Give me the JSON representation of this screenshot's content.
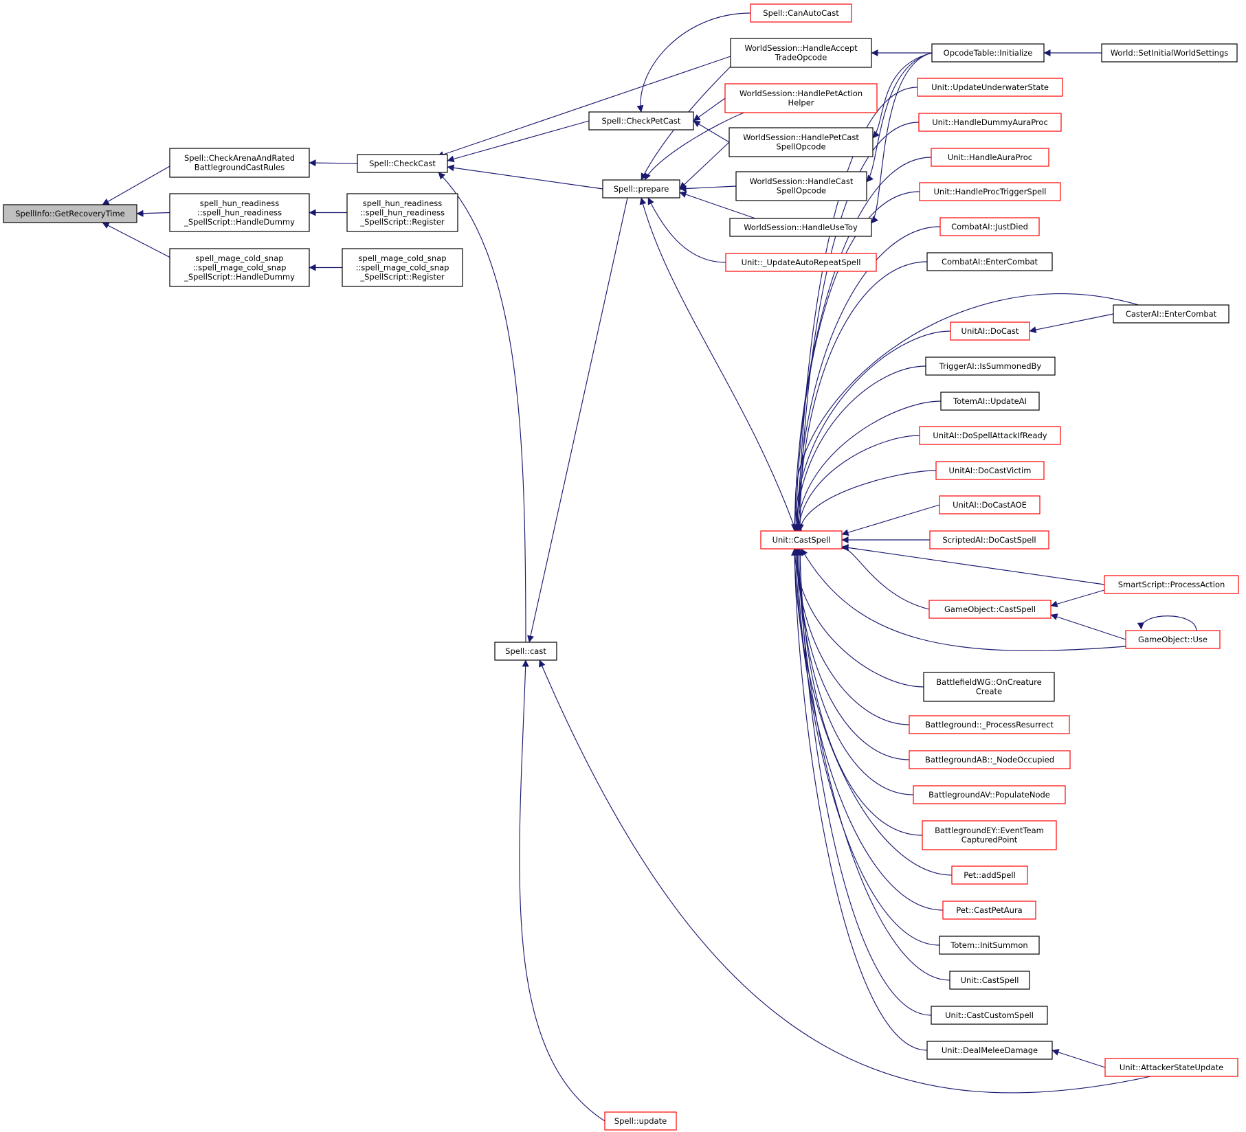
{
  "colors": {
    "edge": "#191970",
    "arrowhead": "#191970",
    "node_border_default": "#000000",
    "node_border_truncated": "#ff0000",
    "node_fill_default": "#ffffff",
    "node_fill_focus": "#bfbfbf"
  },
  "graph": {
    "nodes": [
      {
        "id": "n_getrecovery",
        "lines": [
          "SpellInfo::GetRecoveryTime"
        ],
        "style": "focus"
      },
      {
        "id": "n_checkarena",
        "lines": [
          "Spell::CheckArenaAndRated",
          "BattlegroundCastRules"
        ],
        "style": "normal"
      },
      {
        "id": "n_hun_dummy",
        "lines": [
          "spell_hun_readiness",
          "::spell_hun_readiness",
          "_SpellScript::HandleDummy"
        ],
        "style": "normal"
      },
      {
        "id": "n_mage_dummy",
        "lines": [
          "spell_mage_cold_snap",
          "::spell_mage_cold_snap",
          "_SpellScript::HandleDummy"
        ],
        "style": "normal"
      },
      {
        "id": "n_checkcast",
        "lines": [
          "Spell::CheckCast"
        ],
        "style": "normal"
      },
      {
        "id": "n_hun_register",
        "lines": [
          "spell_hun_readiness",
          "::spell_hun_readiness",
          "_SpellScript::Register"
        ],
        "style": "normal"
      },
      {
        "id": "n_mage_register",
        "lines": [
          "spell_mage_cold_snap",
          "::spell_mage_cold_snap",
          "_SpellScript::Register"
        ],
        "style": "normal"
      },
      {
        "id": "n_spellcast",
        "lines": [
          "Spell::cast"
        ],
        "style": "normal"
      },
      {
        "id": "n_spellupdate",
        "lines": [
          "Spell::update"
        ],
        "style": "truncated"
      },
      {
        "id": "n_checkpetcast",
        "lines": [
          "Spell::CheckPetCast"
        ],
        "style": "normal"
      },
      {
        "id": "n_prepare",
        "lines": [
          "Spell::prepare"
        ],
        "style": "normal"
      },
      {
        "id": "n_canautocast",
        "lines": [
          "Spell::CanAutoCast"
        ],
        "style": "truncated"
      },
      {
        "id": "n_accepttrade",
        "lines": [
          "WorldSession::HandleAccept",
          "TradeOpcode"
        ],
        "style": "normal"
      },
      {
        "id": "n_petactionhelper",
        "lines": [
          "WorldSession::HandlePetAction",
          "Helper"
        ],
        "style": "truncated"
      },
      {
        "id": "n_petcastspell",
        "lines": [
          "WorldSession::HandlePetCast",
          "SpellOpcode"
        ],
        "style": "normal"
      },
      {
        "id": "n_castspellopcode",
        "lines": [
          "WorldSession::HandleCast",
          "SpellOpcode"
        ],
        "style": "normal"
      },
      {
        "id": "n_usetoy",
        "lines": [
          "WorldSession::HandleUseToy"
        ],
        "style": "normal"
      },
      {
        "id": "n_autorepeat",
        "lines": [
          "Unit::_UpdateAutoRepeatSpell"
        ],
        "style": "truncated"
      },
      {
        "id": "n_unitcastspell",
        "lines": [
          "Unit::CastSpell"
        ],
        "style": "truncated"
      },
      {
        "id": "n_opcodeinit",
        "lines": [
          "OpcodeTable::Initialize"
        ],
        "style": "normal"
      },
      {
        "id": "n_worldsettings",
        "lines": [
          "World::SetInitialWorldSettings"
        ],
        "style": "normal"
      },
      {
        "id": "n_underwater",
        "lines": [
          "Unit::UpdateUnderwaterState"
        ],
        "style": "truncated"
      },
      {
        "id": "n_dummyauraproc",
        "lines": [
          "Unit::HandleDummyAuraProc"
        ],
        "style": "truncated"
      },
      {
        "id": "n_auraproc",
        "lines": [
          "Unit::HandleAuraProc"
        ],
        "style": "truncated"
      },
      {
        "id": "n_proctrigger",
        "lines": [
          "Unit::HandleProcTriggerSpell"
        ],
        "style": "truncated"
      },
      {
        "id": "n_combatjustdied",
        "lines": [
          "CombatAI::JustDied"
        ],
        "style": "truncated"
      },
      {
        "id": "n_combatentercombat",
        "lines": [
          "CombatAI::EnterCombat"
        ],
        "style": "normal"
      },
      {
        "id": "n_unitaidocast",
        "lines": [
          "UnitAI::DoCast"
        ],
        "style": "truncated"
      },
      {
        "id": "n_casterentercombat",
        "lines": [
          "CasterAI::EnterCombat"
        ],
        "style": "normal"
      },
      {
        "id": "n_triggersummoned",
        "lines": [
          "TriggerAI::IsSummonedBy"
        ],
        "style": "normal"
      },
      {
        "id": "n_totemupdateai",
        "lines": [
          "TotemAI::UpdateAI"
        ],
        "style": "normal"
      },
      {
        "id": "n_dospellattack",
        "lines": [
          "UnitAI::DoSpellAttackIfReady"
        ],
        "style": "truncated"
      },
      {
        "id": "n_docastvictim",
        "lines": [
          "UnitAI::DoCastVictim"
        ],
        "style": "truncated"
      },
      {
        "id": "n_docastaoe",
        "lines": [
          "UnitAI::DoCastAOE"
        ],
        "style": "truncated"
      },
      {
        "id": "n_scripteddocast",
        "lines": [
          "ScriptedAI::DoCastSpell"
        ],
        "style": "truncated"
      },
      {
        "id": "n_processaction",
        "lines": [
          "SmartScript::ProcessAction"
        ],
        "style": "truncated"
      },
      {
        "id": "n_gocastspell",
        "lines": [
          "GameObject::CastSpell"
        ],
        "style": "truncated"
      },
      {
        "id": "n_gouse",
        "lines": [
          "GameObject::Use"
        ],
        "style": "truncated"
      },
      {
        "id": "n_wgcreaturecreate",
        "lines": [
          "BattlefieldWG::OnCreature",
          "Create"
        ],
        "style": "normal"
      },
      {
        "id": "n_processresurrect",
        "lines": [
          "Battleground::_ProcessResurrect"
        ],
        "style": "truncated"
      },
      {
        "id": "n_nodeoccupied",
        "lines": [
          "BattlegroundAB::_NodeOccupied"
        ],
        "style": "truncated"
      },
      {
        "id": "n_populatenode",
        "lines": [
          "BattlegroundAV::PopulateNode"
        ],
        "style": "truncated"
      },
      {
        "id": "n_eventteam",
        "lines": [
          "BattlegroundEY::EventTeam",
          "CapturedPoint"
        ],
        "style": "truncated"
      },
      {
        "id": "n_petaddspell",
        "lines": [
          "Pet::addSpell"
        ],
        "style": "truncated"
      },
      {
        "id": "n_castpetaura",
        "lines": [
          "Pet::CastPetAura"
        ],
        "style": "truncated"
      },
      {
        "id": "n_totemsummon",
        "lines": [
          "Totem::InitSummon"
        ],
        "style": "normal"
      },
      {
        "id": "n_unitcastspell2",
        "lines": [
          "Unit::CastSpell"
        ],
        "style": "normal"
      },
      {
        "id": "n_castcustomspell",
        "lines": [
          "Unit::CastCustomSpell"
        ],
        "style": "normal"
      },
      {
        "id": "n_dealmelee",
        "lines": [
          "Unit::DealMeleeDamage"
        ],
        "style": "normal"
      },
      {
        "id": "n_attackerstate",
        "lines": [
          "Unit::AttackerStateUpdate"
        ],
        "style": "truncated"
      }
    ],
    "edges": [
      {
        "from": "n_checkarena",
        "to": "n_getrecovery"
      },
      {
        "from": "n_hun_dummy",
        "to": "n_getrecovery"
      },
      {
        "from": "n_mage_dummy",
        "to": "n_getrecovery"
      },
      {
        "from": "n_checkcast",
        "to": "n_checkarena"
      },
      {
        "from": "n_hun_register",
        "to": "n_hun_dummy"
      },
      {
        "from": "n_mage_register",
        "to": "n_mage_dummy"
      },
      {
        "from": "n_accepttrade",
        "to": "n_checkcast"
      },
      {
        "from": "n_checkpetcast",
        "to": "n_checkcast"
      },
      {
        "from": "n_prepare",
        "to": "n_checkcast"
      },
      {
        "from": "n_spellcast",
        "to": "n_checkcast"
      },
      {
        "from": "n_canautocast",
        "to": "n_checkpetcast"
      },
      {
        "from": "n_petactionhelper",
        "to": "n_checkpetcast"
      },
      {
        "from": "n_petcastspell",
        "to": "n_checkpetcast"
      },
      {
        "from": "n_accepttrade",
        "to": "n_prepare"
      },
      {
        "from": "n_petactionhelper",
        "to": "n_prepare"
      },
      {
        "from": "n_petcastspell",
        "to": "n_prepare"
      },
      {
        "from": "n_castspellopcode",
        "to": "n_prepare"
      },
      {
        "from": "n_usetoy",
        "to": "n_prepare"
      },
      {
        "from": "n_autorepeat",
        "to": "n_prepare"
      },
      {
        "from": "n_unitcastspell",
        "to": "n_prepare"
      },
      {
        "from": "n_prepare",
        "to": "n_spellcast"
      },
      {
        "from": "n_spellupdate",
        "to": "n_spellcast"
      },
      {
        "from": "n_attackerstate",
        "to": "n_spellcast"
      },
      {
        "from": "n_opcodeinit",
        "to": "n_accepttrade"
      },
      {
        "from": "n_opcodeinit",
        "to": "n_petcastspell"
      },
      {
        "from": "n_opcodeinit",
        "to": "n_castspellopcode"
      },
      {
        "from": "n_opcodeinit",
        "to": "n_usetoy"
      },
      {
        "from": "n_worldsettings",
        "to": "n_opcodeinit"
      },
      {
        "from": "n_underwater",
        "to": "n_unitcastspell"
      },
      {
        "from": "n_dummyauraproc",
        "to": "n_unitcastspell"
      },
      {
        "from": "n_auraproc",
        "to": "n_unitcastspell"
      },
      {
        "from": "n_proctrigger",
        "to": "n_unitcastspell"
      },
      {
        "from": "n_combatjustdied",
        "to": "n_unitcastspell"
      },
      {
        "from": "n_combatentercombat",
        "to": "n_unitcastspell"
      },
      {
        "from": "n_casterentercombat",
        "to": "n_unitcastspell"
      },
      {
        "from": "n_unitaidocast",
        "to": "n_unitcastspell"
      },
      {
        "from": "n_triggersummoned",
        "to": "n_unitcastspell"
      },
      {
        "from": "n_totemupdateai",
        "to": "n_unitcastspell"
      },
      {
        "from": "n_dospellattack",
        "to": "n_unitcastspell"
      },
      {
        "from": "n_docastvictim",
        "to": "n_unitcastspell"
      },
      {
        "from": "n_docastaoe",
        "to": "n_unitcastspell"
      },
      {
        "from": "n_scripteddocast",
        "to": "n_unitcastspell"
      },
      {
        "from": "n_processaction",
        "to": "n_unitcastspell"
      },
      {
        "from": "n_gocastspell",
        "to": "n_unitcastspell"
      },
      {
        "from": "n_gouse",
        "to": "n_unitcastspell"
      },
      {
        "from": "n_wgcreaturecreate",
        "to": "n_unitcastspell"
      },
      {
        "from": "n_processresurrect",
        "to": "n_unitcastspell"
      },
      {
        "from": "n_nodeoccupied",
        "to": "n_unitcastspell"
      },
      {
        "from": "n_populatenode",
        "to": "n_unitcastspell"
      },
      {
        "from": "n_eventteam",
        "to": "n_unitcastspell"
      },
      {
        "from": "n_petaddspell",
        "to": "n_unitcastspell"
      },
      {
        "from": "n_castpetaura",
        "to": "n_unitcastspell"
      },
      {
        "from": "n_totemsummon",
        "to": "n_unitcastspell"
      },
      {
        "from": "n_unitcastspell2",
        "to": "n_unitcastspell"
      },
      {
        "from": "n_castcustomspell",
        "to": "n_unitcastspell"
      },
      {
        "from": "n_dealmelee",
        "to": "n_unitcastspell"
      },
      {
        "from": "n_casterentercombat",
        "to": "n_unitaidocast"
      },
      {
        "from": "n_processaction",
        "to": "n_gocastspell"
      },
      {
        "from": "n_gouse",
        "to": "n_gocastspell"
      },
      {
        "from": "n_gouse",
        "to": "n_gouse"
      },
      {
        "from": "n_attackerstate",
        "to": "n_dealmelee"
      }
    ]
  }
}
